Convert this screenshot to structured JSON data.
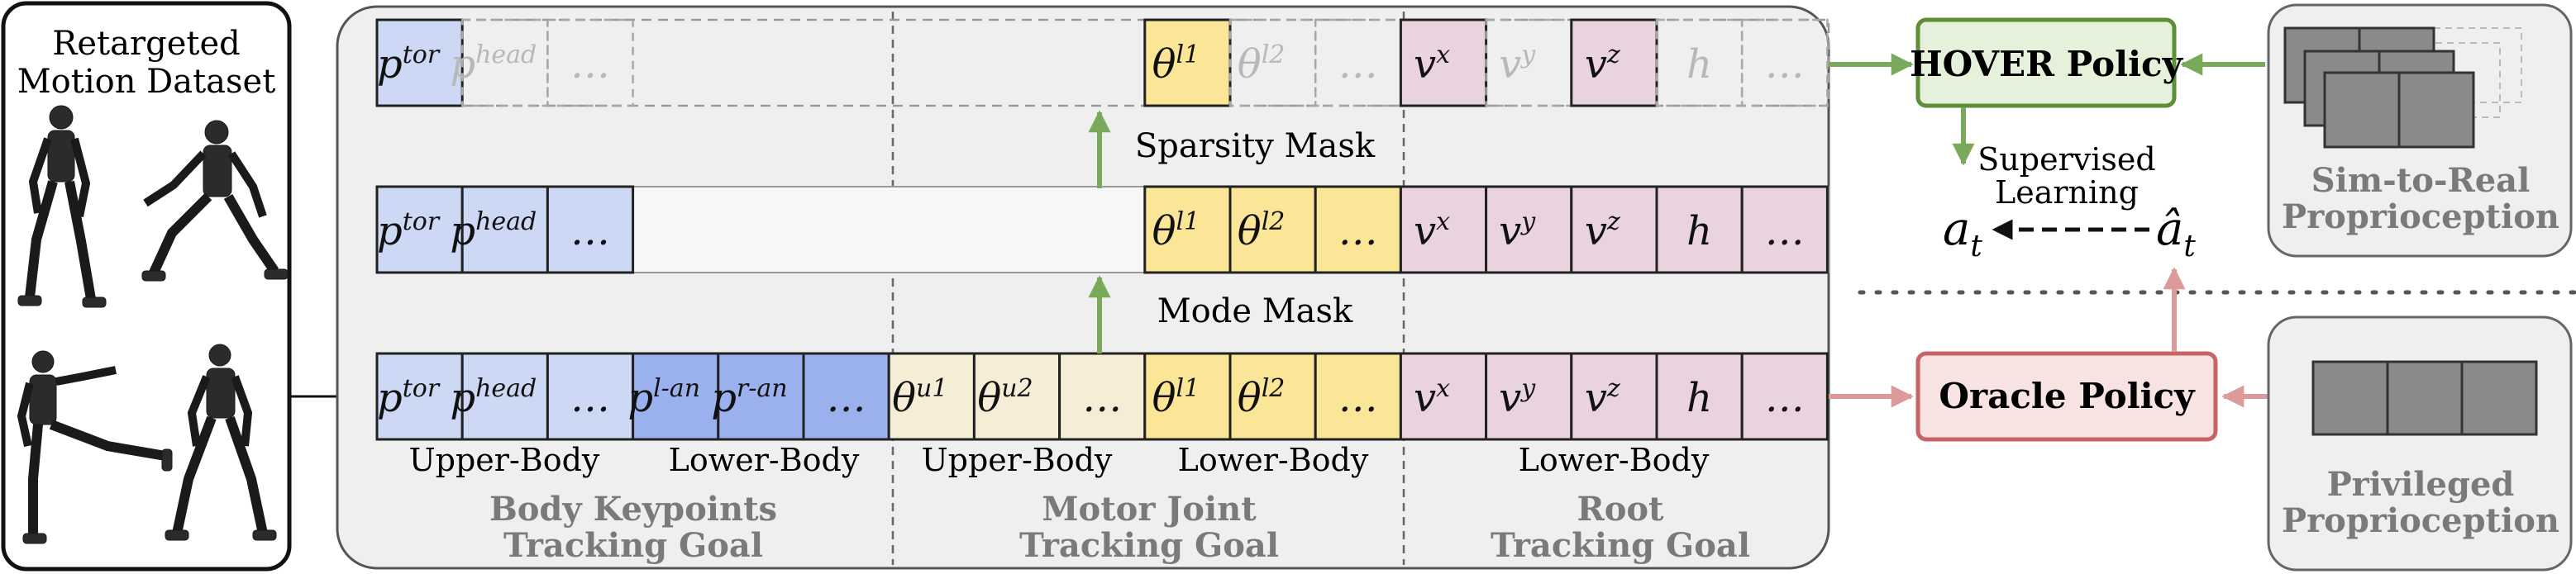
{
  "dataset": {
    "title_line1": "Retargeted",
    "title_line2": "Motion Dataset"
  },
  "sections": {
    "body_keypoints": {
      "line1": "Body Keypoints",
      "line2": "Tracking Goal"
    },
    "motor_joint": {
      "line1": "Motor Joint",
      "line2": "Tracking Goal"
    },
    "root": {
      "line1": "Root",
      "line2": "Tracking Goal"
    }
  },
  "masks": {
    "sparsity": "Sparsity Mask",
    "mode": "Mode Mask"
  },
  "sublabels": {
    "upper_body_1": "Upper-Body",
    "lower_body_1": "Lower-Body",
    "upper_body_2": "Upper-Body",
    "lower_body_2": "Lower-Body",
    "lower_body_3": "Lower-Body"
  },
  "policies": {
    "hover": "HOVER Policy",
    "oracle": "Oracle Policy"
  },
  "learning": {
    "line1": "Supervised",
    "line2": "Learning",
    "a_t": "a",
    "a_hat": "â",
    "sub_t": "t"
  },
  "proprioception": {
    "sim_line1": "Sim-to-Real",
    "sim_line2": "Proprioception",
    "priv_line1": "Privileged",
    "priv_line2": "Proprioception"
  },
  "colors": {
    "blue": "#cdd8f5",
    "blue_dark": "#9bb1ee",
    "cream": "#f5edd6",
    "yellow": "#fbe597",
    "pink": "#e8d3df",
    "hover_fill": "#e5f1da",
    "hover_stroke": "#5e8e36",
    "oracle_fill": "#f8e3e3",
    "oracle_stroke": "#c86464",
    "green_arrow": "#7aa95c",
    "pink_arrow": "#dc9a9a",
    "panel": "#efefef"
  },
  "row_top": [
    {
      "base": "p",
      "sup": "tor",
      "fill": "blue",
      "dim": false
    },
    {
      "base": "p",
      "sup": "head",
      "fill": "none",
      "dim": true
    },
    {
      "base": "…",
      "sup": "",
      "fill": "none",
      "dim": true
    },
    {
      "base": "θ",
      "sup": "l1",
      "fill": "yellow",
      "dim": false
    },
    {
      "base": "θ",
      "sup": "l2",
      "fill": "none",
      "dim": true
    },
    {
      "base": "…",
      "sup": "",
      "fill": "none",
      "dim": true
    },
    {
      "base": "v",
      "sup": "x",
      "fill": "pink",
      "dim": false
    },
    {
      "base": "v",
      "sup": "y",
      "fill": "none",
      "dim": true
    },
    {
      "base": "v",
      "sup": "z",
      "fill": "pink",
      "dim": false
    },
    {
      "base": "h",
      "sup": "",
      "fill": "none",
      "dim": true
    },
    {
      "base": "…",
      "sup": "",
      "fill": "none",
      "dim": true
    }
  ],
  "row_mid": [
    {
      "base": "p",
      "sup": "tor",
      "fill": "blue"
    },
    {
      "base": "p",
      "sup": "head",
      "fill": "blue"
    },
    {
      "base": "…",
      "sup": "",
      "fill": "blue"
    },
    {
      "base": "θ",
      "sup": "l1",
      "fill": "yellow"
    },
    {
      "base": "θ",
      "sup": "l2",
      "fill": "yellow"
    },
    {
      "base": "…",
      "sup": "",
      "fill": "yellow"
    },
    {
      "base": "v",
      "sup": "x",
      "fill": "pink"
    },
    {
      "base": "v",
      "sup": "y",
      "fill": "pink"
    },
    {
      "base": "v",
      "sup": "z",
      "fill": "pink"
    },
    {
      "base": "h",
      "sup": "",
      "fill": "pink"
    },
    {
      "base": "…",
      "sup": "",
      "fill": "pink"
    }
  ],
  "row_bot": [
    {
      "base": "p",
      "sup": "tor",
      "fill": "blue"
    },
    {
      "base": "p",
      "sup": "head",
      "fill": "blue"
    },
    {
      "base": "…",
      "sup": "",
      "fill": "blue"
    },
    {
      "base": "p",
      "sup": "l-an",
      "fill": "blue_dark"
    },
    {
      "base": "p",
      "sup": "r-an",
      "fill": "blue_dark"
    },
    {
      "base": "…",
      "sup": "",
      "fill": "blue_dark"
    },
    {
      "base": "θ",
      "sup": "u1",
      "fill": "cream"
    },
    {
      "base": "θ",
      "sup": "u2",
      "fill": "cream"
    },
    {
      "base": "…",
      "sup": "",
      "fill": "cream"
    },
    {
      "base": "θ",
      "sup": "l1",
      "fill": "yellow"
    },
    {
      "base": "θ",
      "sup": "l2",
      "fill": "yellow"
    },
    {
      "base": "…",
      "sup": "",
      "fill": "yellow"
    },
    {
      "base": "v",
      "sup": "x",
      "fill": "pink"
    },
    {
      "base": "v",
      "sup": "y",
      "fill": "pink"
    },
    {
      "base": "v",
      "sup": "z",
      "fill": "pink"
    },
    {
      "base": "h",
      "sup": "",
      "fill": "pink"
    },
    {
      "base": "…",
      "sup": "",
      "fill": "pink"
    }
  ]
}
